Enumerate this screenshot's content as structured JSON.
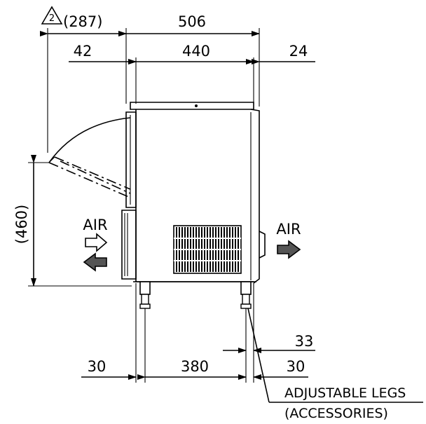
{
  "dimensions": {
    "revision_mark": "2",
    "door_swing": "(287)",
    "overall_depth": "506",
    "front_offset": "42",
    "body_depth": "440",
    "rear_offset": "24",
    "door_height": "(460)",
    "leg_offset": "33",
    "leg_front": "30",
    "leg_span": "380",
    "leg_rear": "30"
  },
  "airflow": {
    "front_label": "AIR",
    "rear_label": "AIR"
  },
  "callout": {
    "line1": "ADJUSTABLE LEGS",
    "line2": "(ACCESSORIES)"
  }
}
